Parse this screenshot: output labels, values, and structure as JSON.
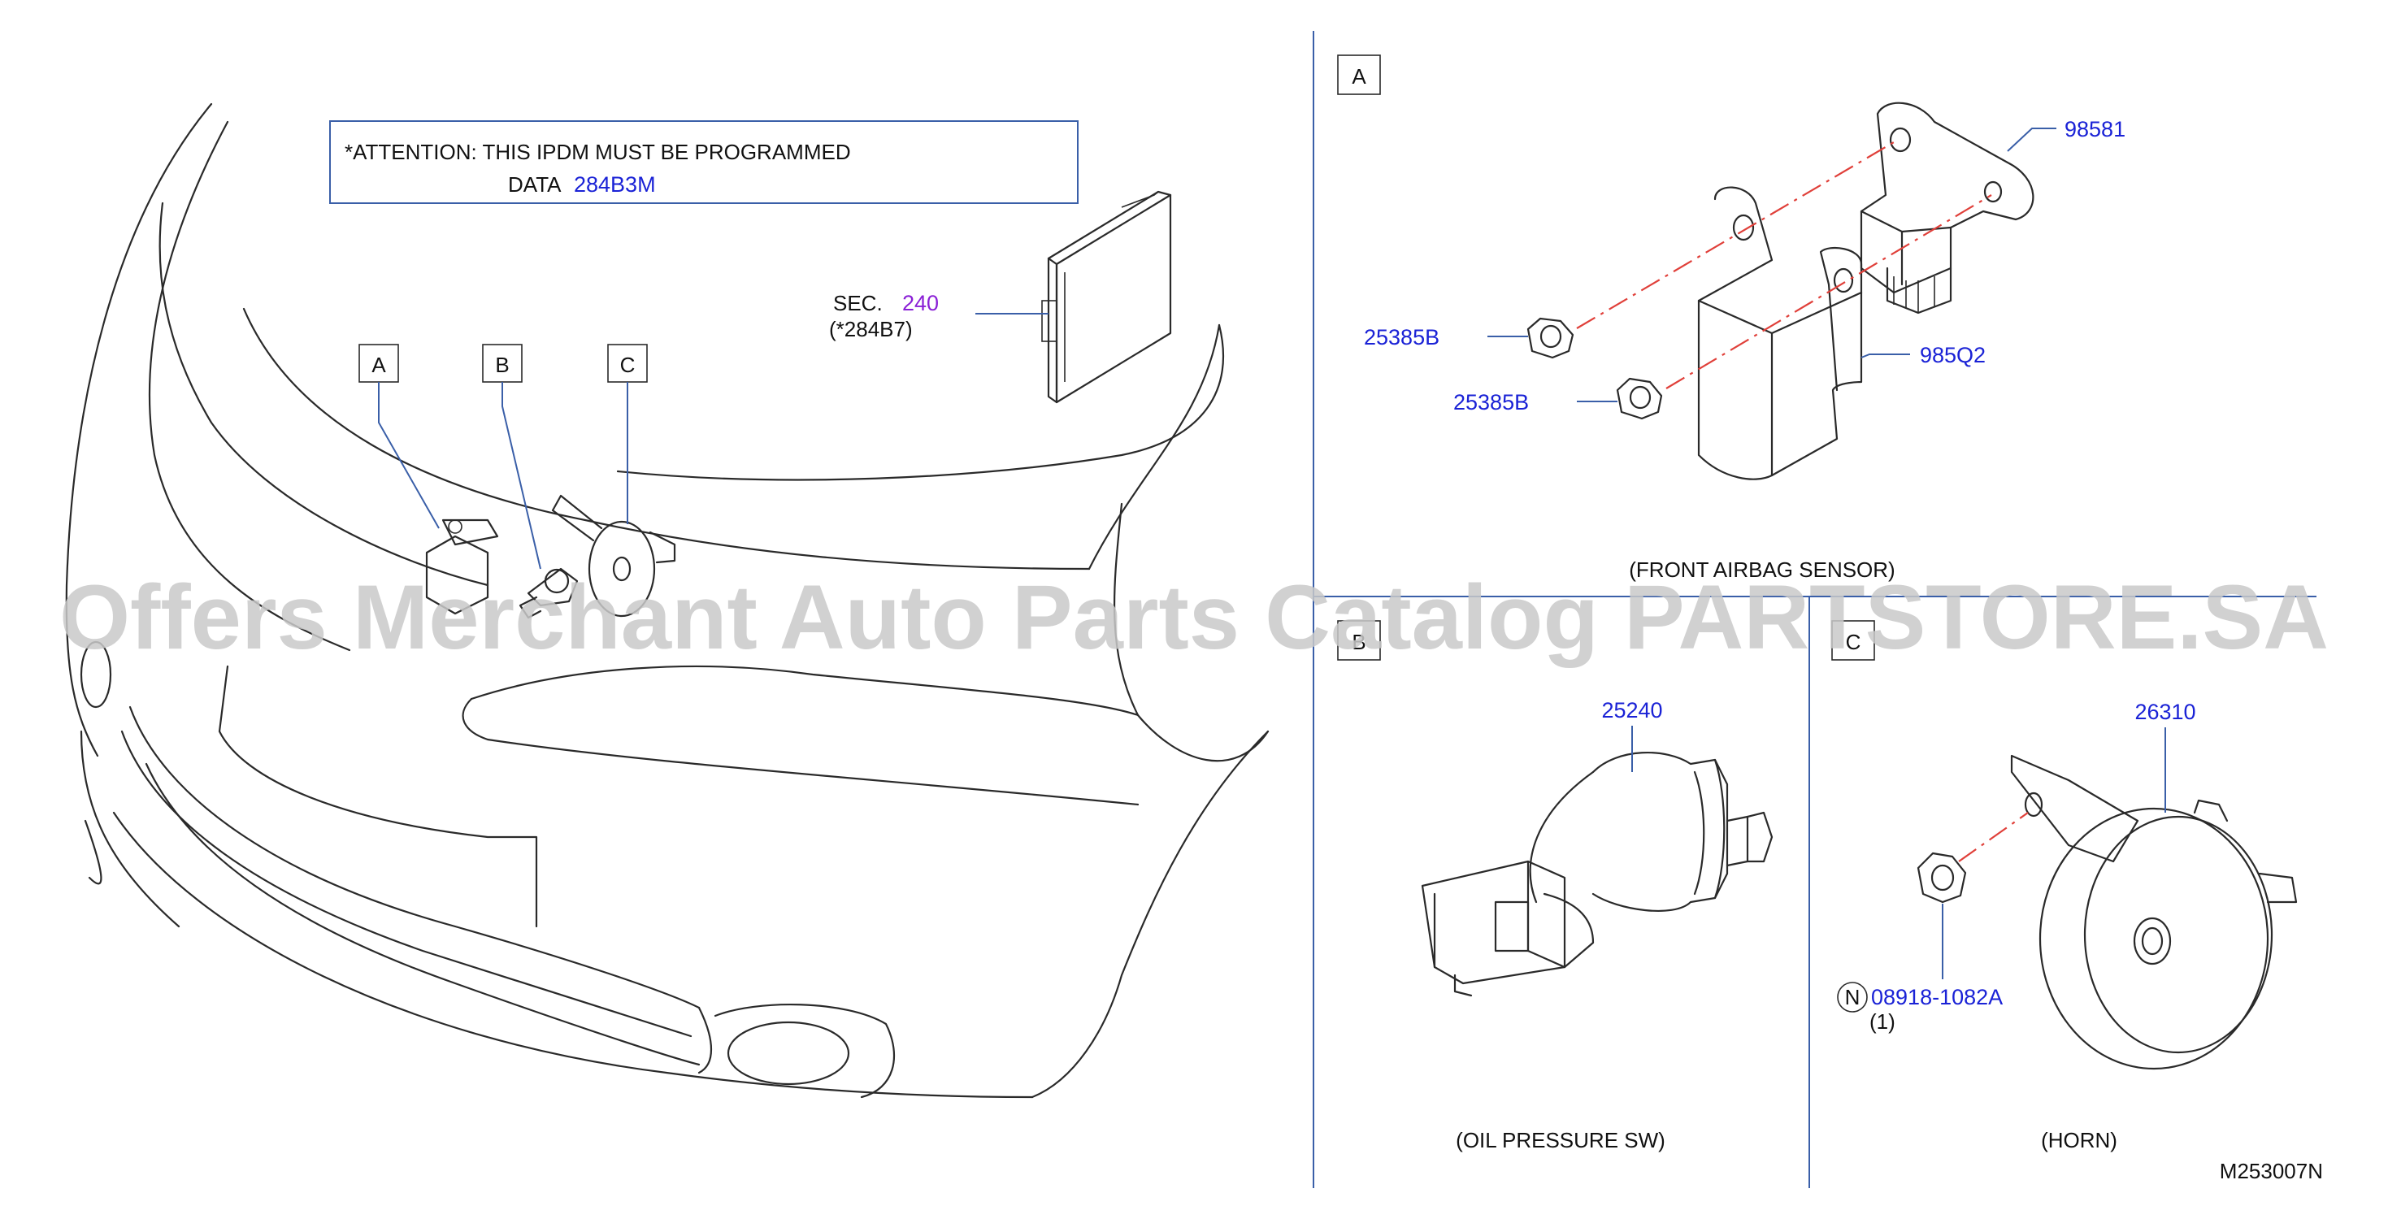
{
  "attention": {
    "line1": "*ATTENTION:  THIS  IPDM  MUST  BE  PROGRAMMED",
    "data_label": "DATA",
    "data_code": "284B3M"
  },
  "sec": {
    "label": "SEC.",
    "number": "240",
    "ref": "(*284B7)"
  },
  "callouts": {
    "a": "A",
    "b": "B",
    "c": "C"
  },
  "section_a": {
    "tag": "A",
    "sensor_part": "98581",
    "bracket_part": "985Q2",
    "nut_part_1": "25385B",
    "nut_part_2": "25385B",
    "caption": "(FRONT   AIRBAG   SENSOR)"
  },
  "section_b": {
    "tag": "B",
    "part": "25240",
    "caption": "(OIL   PRESSURE   SW)"
  },
  "section_c": {
    "tag": "C",
    "part": "26310",
    "nut_symbol": "N",
    "nut_part": "08918-1082A",
    "nut_qty": "(1)",
    "caption": "(HORN)"
  },
  "diagram_id": "M253007N",
  "watermark": "Offers Merchant Auto Parts Catalog PARTSTORE.SA",
  "colors": {
    "part_number": "#1a22d6",
    "sec_number": "#8a1fd6",
    "leader": "#3a5fa8",
    "centerline": "#e0403a"
  }
}
